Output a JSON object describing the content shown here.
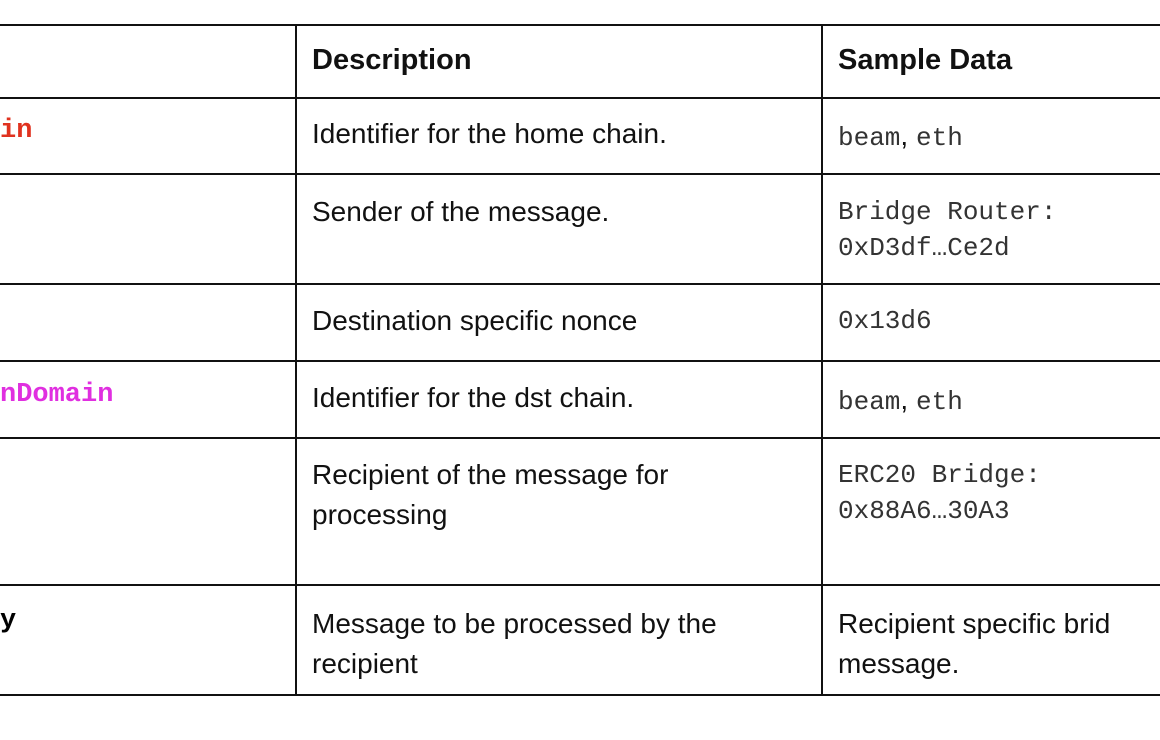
{
  "table": {
    "headers": {
      "field": "",
      "description": "Description",
      "sample": "Sample Data"
    },
    "rows": [
      {
        "field": "in",
        "field_color": "#e0321f",
        "description": [
          "Identifier for the home chain."
        ],
        "sample_parts": [
          {
            "text": "beam",
            "style": "mono"
          },
          {
            "text": ", ",
            "style": "sans"
          },
          {
            "text": "eth",
            "style": "mono"
          }
        ]
      },
      {
        "field": "",
        "field_color": "#111111",
        "description": [
          "Sender of the message."
        ],
        "sample_lines": [
          "Bridge Router:",
          "0xD3df…Ce2d"
        ]
      },
      {
        "field": "",
        "field_color": "#111111",
        "description": [
          "Destination specific nonce"
        ],
        "sample_lines": [
          "0x13d6"
        ]
      },
      {
        "field": "nDomain",
        "field_color": "#e02fe0",
        "description": [
          "Identifier for the dst chain."
        ],
        "sample_parts": [
          {
            "text": "beam",
            "style": "mono"
          },
          {
            "text": ", ",
            "style": "sans"
          },
          {
            "text": "eth",
            "style": "mono"
          }
        ]
      },
      {
        "field": "",
        "field_color": "#111111",
        "description": [
          "Recipient of the message for",
          "processing"
        ],
        "sample_lines": [
          "ERC20 Bridge:",
          "0x88A6…30A3"
        ]
      },
      {
        "field": "y",
        "field_color": "#111111",
        "description": [
          "Message to be processed by the",
          "recipient"
        ],
        "sample_sans_lines": [
          "Recipient specific brid",
          "message."
        ]
      }
    ]
  }
}
